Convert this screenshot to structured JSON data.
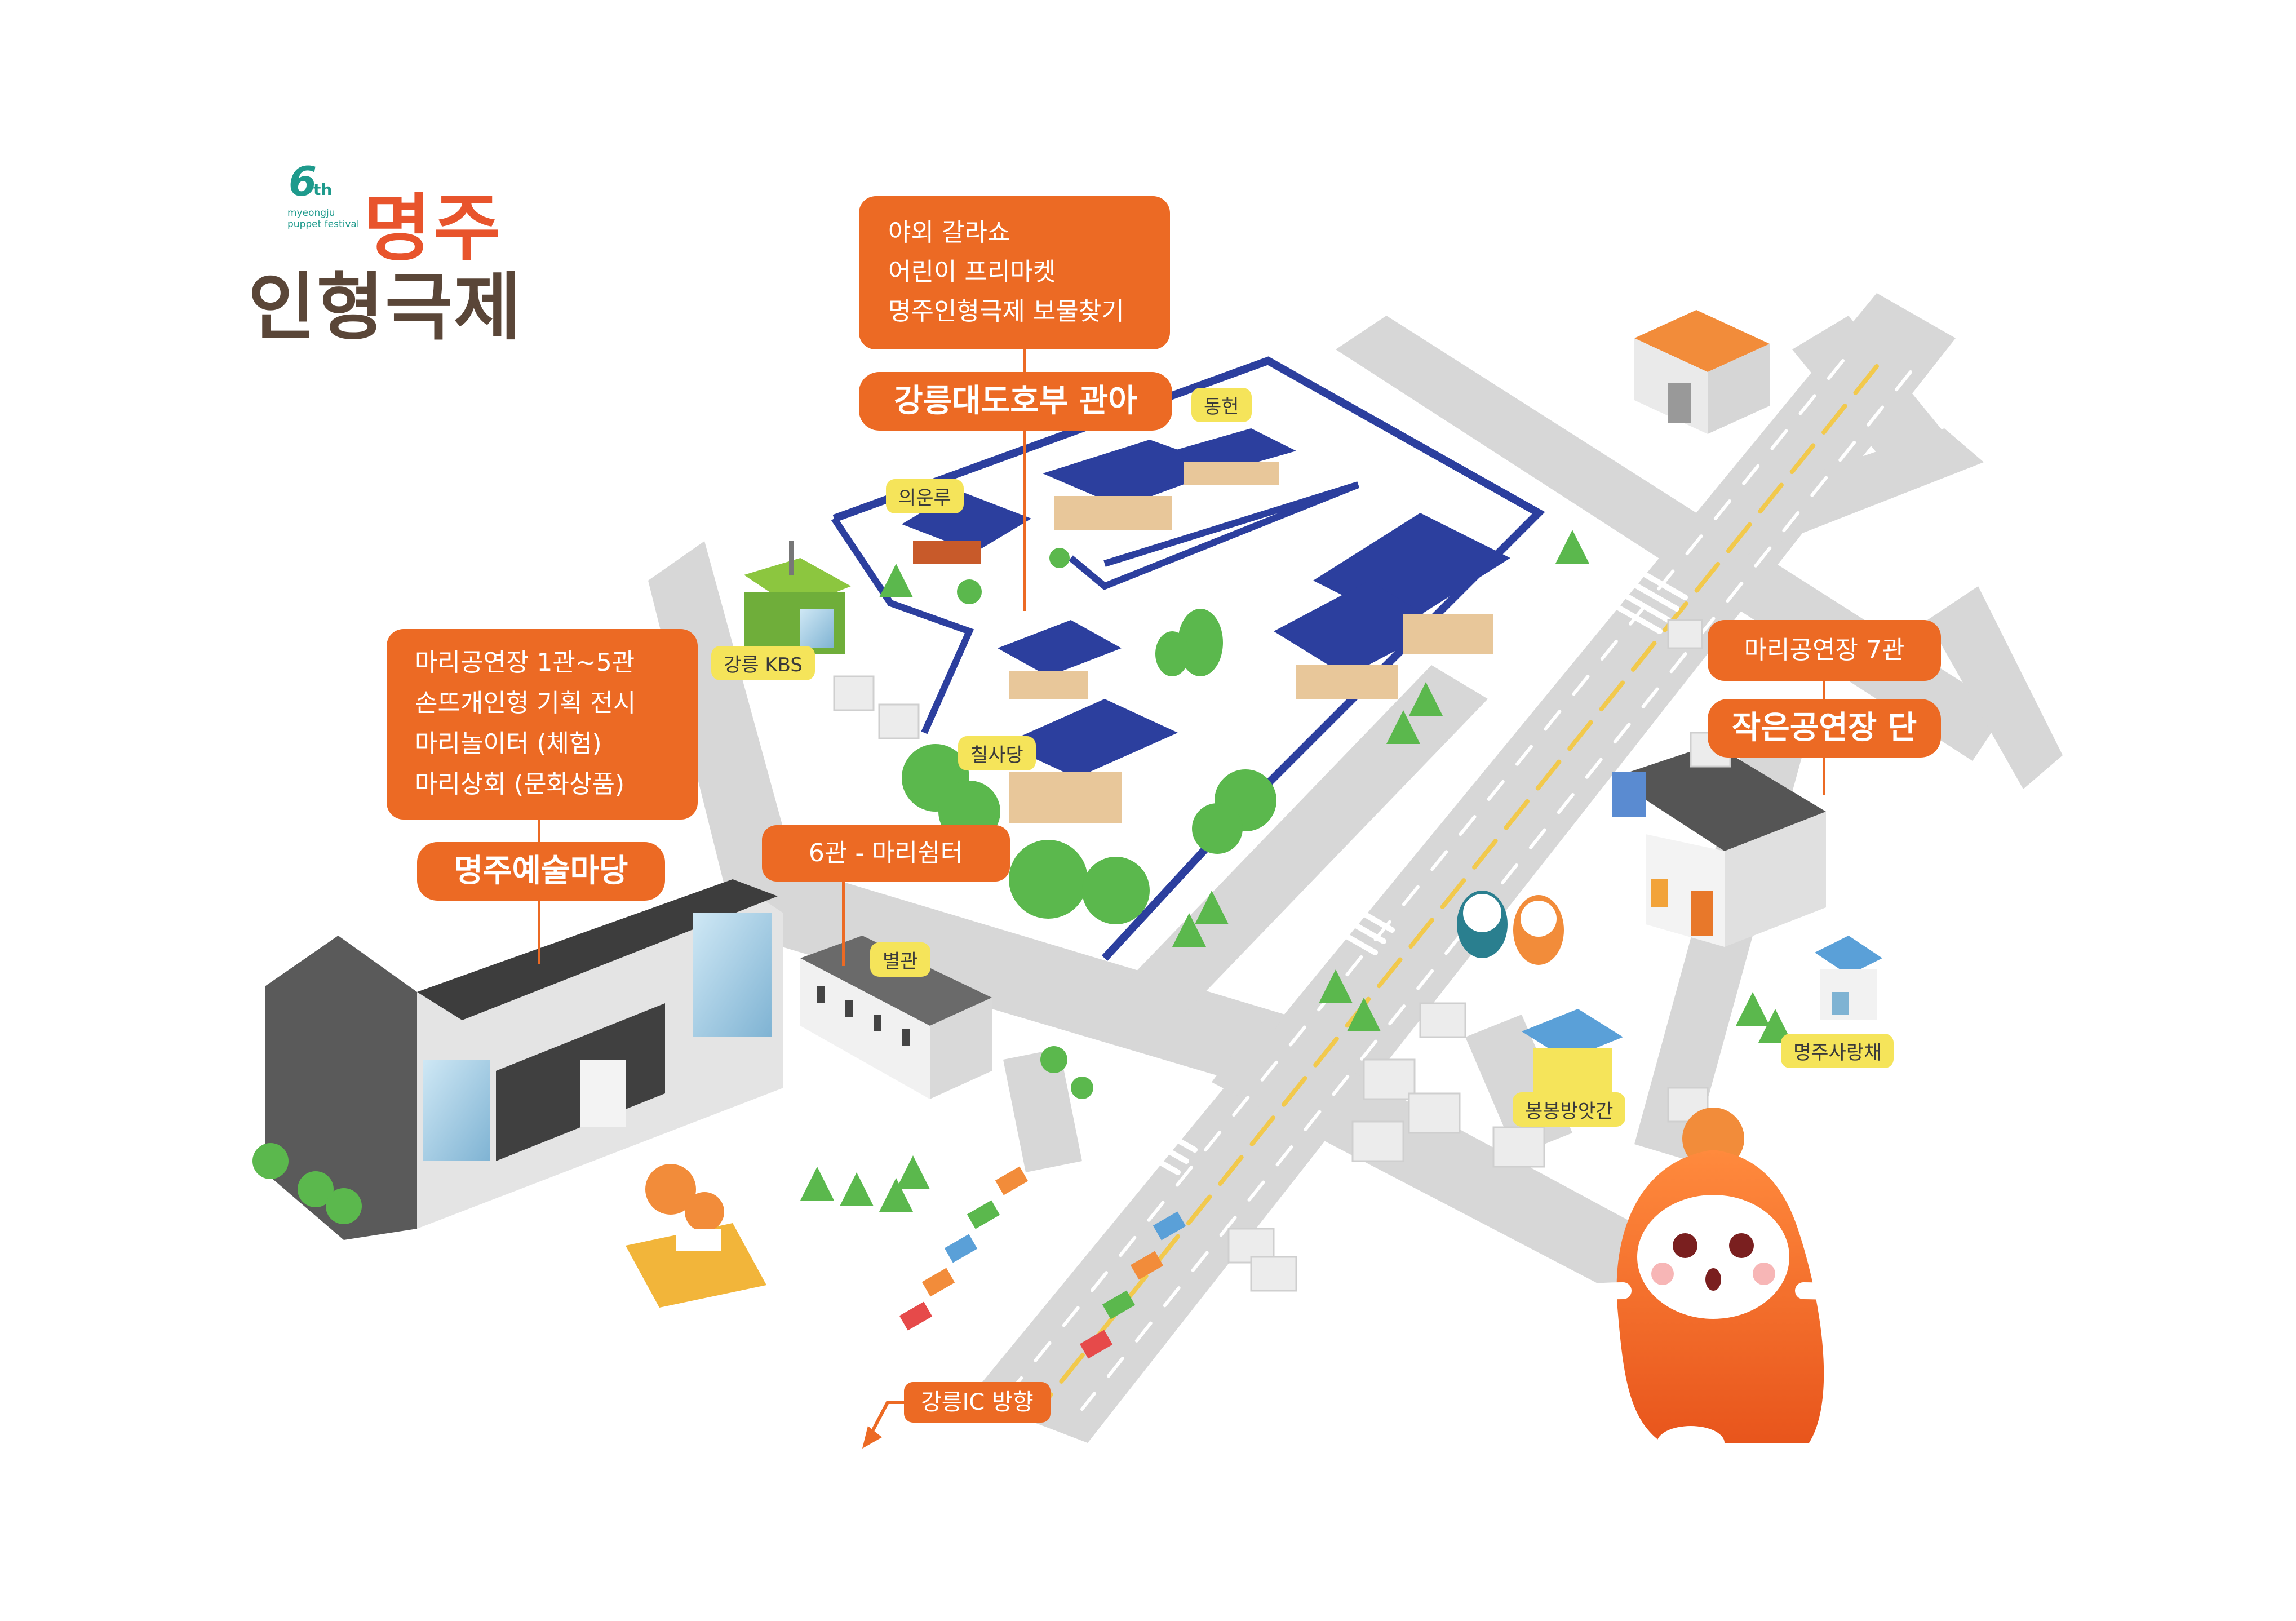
{
  "logo": {
    "edition": "6",
    "edition_suffix": "th",
    "subtitle_line1": "myeongju",
    "subtitle_line2": "puppet festival",
    "title_line1": "명주",
    "title_line2": "인형극제"
  },
  "venues": {
    "gwana": {
      "title": "강릉대도호부 관아",
      "program": [
        "야외 갈라쇼",
        "어린이 프리마켓",
        "명주인형극제 보물찾기"
      ]
    },
    "art_madang": {
      "title": "명주예술마당",
      "program": [
        "마리공연장 1관~5관",
        "손뜨개인형 기획 전시",
        "마리놀이터 (체험)",
        "마리상회 (문화상품)"
      ]
    },
    "small_theater": {
      "title": "작은공연장 단",
      "program": [
        "마리공연장 7관"
      ]
    },
    "hall6": {
      "label": "6관 - 마리쉼터"
    }
  },
  "tags": {
    "donghun": "동헌",
    "uiunru": "의운루",
    "kbs": "강릉 KBS",
    "chilsadang": "칠사당",
    "byeolgwan": "별관",
    "sarangchae": "명주사랑채",
    "bongbong": "봉봉방앗간"
  },
  "direction": {
    "label": "강릉IC 방향"
  },
  "colors": {
    "accent": "#ec6a24",
    "tag": "#f5e45a",
    "road": "#d7d7d7",
    "roof": "#2c3f9e",
    "tree": "#5bb84d"
  }
}
